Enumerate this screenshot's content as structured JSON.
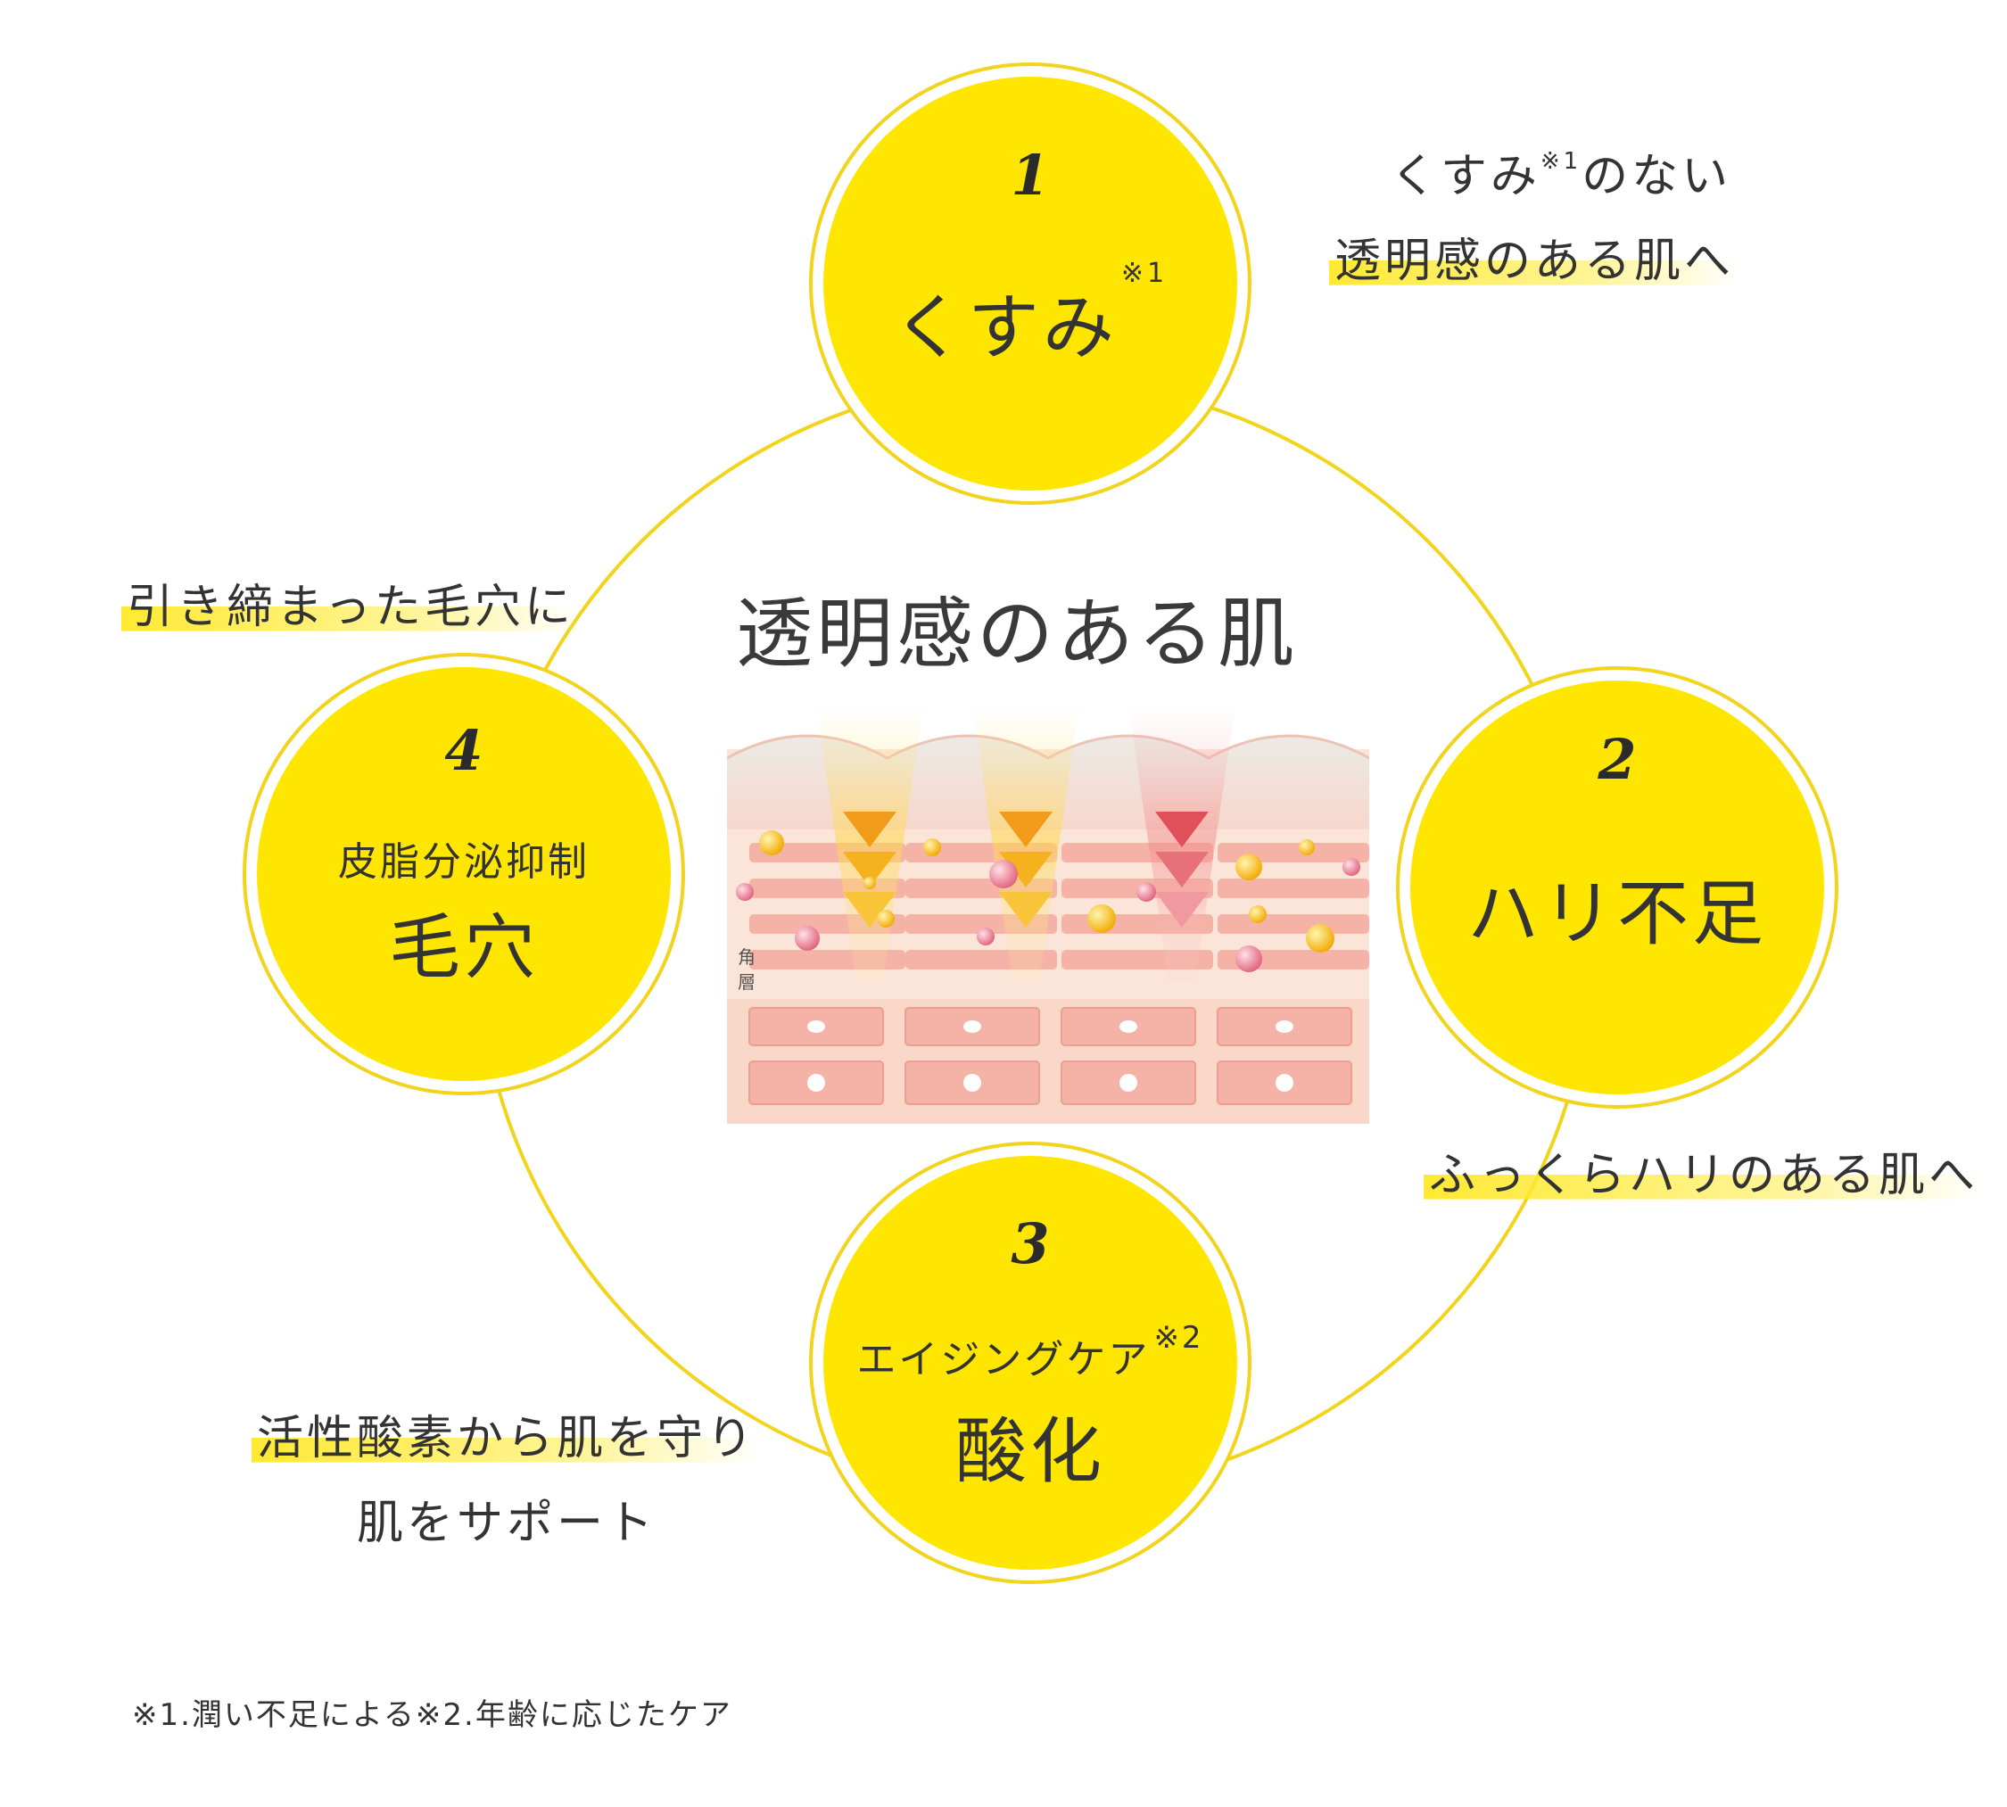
{
  "colors": {
    "accent_yellow": "#FFE600",
    "ring_yellow": "#F2D41C",
    "text": "#333333",
    "skin_pink": "#F4B3A6"
  },
  "center": {
    "title": "透明感のある肌",
    "skin_label_1": "角",
    "skin_label_2": "層"
  },
  "nodes": [
    {
      "number": "1",
      "title": "くすみ",
      "note": "※1",
      "subtitle": ""
    },
    {
      "number": "2",
      "title": "ハリ不足",
      "note": "",
      "subtitle": ""
    },
    {
      "number": "3",
      "title": "酸化",
      "note": "※2",
      "subtitle": "エイジングケア"
    },
    {
      "number": "4",
      "title": "毛穴",
      "note": "",
      "subtitle": "皮脂分泌抑制"
    }
  ],
  "callouts": {
    "c1_line1": "くすみ",
    "c1_note": "※1",
    "c1_line1_rest": "のない",
    "c1_line2": "透明感のある肌へ",
    "c2": "ふっくらハリのある肌へ",
    "c3_line1": "活性酸素から肌を守り",
    "c3_line2": "肌をサポート",
    "c4": "引き締まった毛穴に"
  },
  "footnote": "※1.潤い不足による※2.年齢に応じたケア"
}
